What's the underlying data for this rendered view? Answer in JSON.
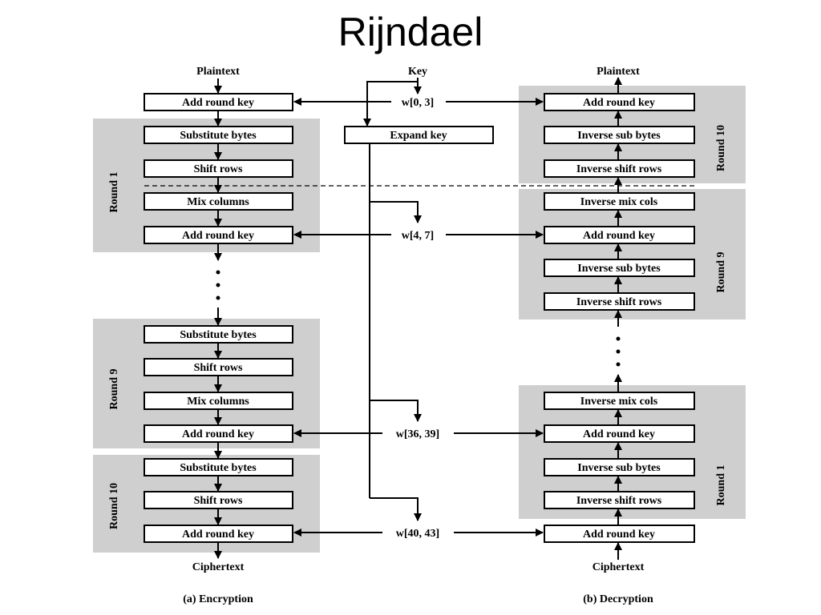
{
  "title": "Rijndael",
  "labels": {
    "plaintext_left": "Plaintext",
    "plaintext_right": "Plaintext",
    "key": "Key",
    "ciphertext_left": "Ciphertext",
    "ciphertext_right": "Ciphertext",
    "caption_encryption": "(a) Encryption",
    "caption_decryption": "(b) Decryption"
  },
  "key_words": [
    "w[0, 3]",
    "w[4, 7]",
    "w[36, 39]",
    "w[40, 43]"
  ],
  "expand_key": "Expand key",
  "encryption": {
    "initial": "Add round key",
    "rounds": [
      {
        "label": "Round 1",
        "steps": [
          "Substitute bytes",
          "Shift rows",
          "Mix columns",
          "Add round key"
        ]
      },
      {
        "label": "Round 9",
        "steps": [
          "Substitute bytes",
          "Shift rows",
          "Mix columns",
          "Add round key"
        ]
      },
      {
        "label": "Round 10",
        "steps": [
          "Substitute bytes",
          "Shift rows",
          "Add round key"
        ]
      }
    ]
  },
  "decryption": {
    "final": "Add round key",
    "rounds": [
      {
        "label": "Round 10",
        "steps": [
          "Add round key",
          "Inverse sub bytes",
          "Inverse shift rows"
        ]
      },
      {
        "label": "Round 9",
        "steps": [
          "Inverse mix cols",
          "Add round key",
          "Inverse sub bytes",
          "Inverse shift rows"
        ]
      },
      {
        "label": "Round 1",
        "steps": [
          "Inverse mix cols",
          "Add round key",
          "Inverse sub bytes",
          "Inverse shift rows"
        ]
      }
    ]
  },
  "colors": {
    "round_background": "#cfcfcf",
    "line": "#000000",
    "box_fill": "#ffffff"
  }
}
